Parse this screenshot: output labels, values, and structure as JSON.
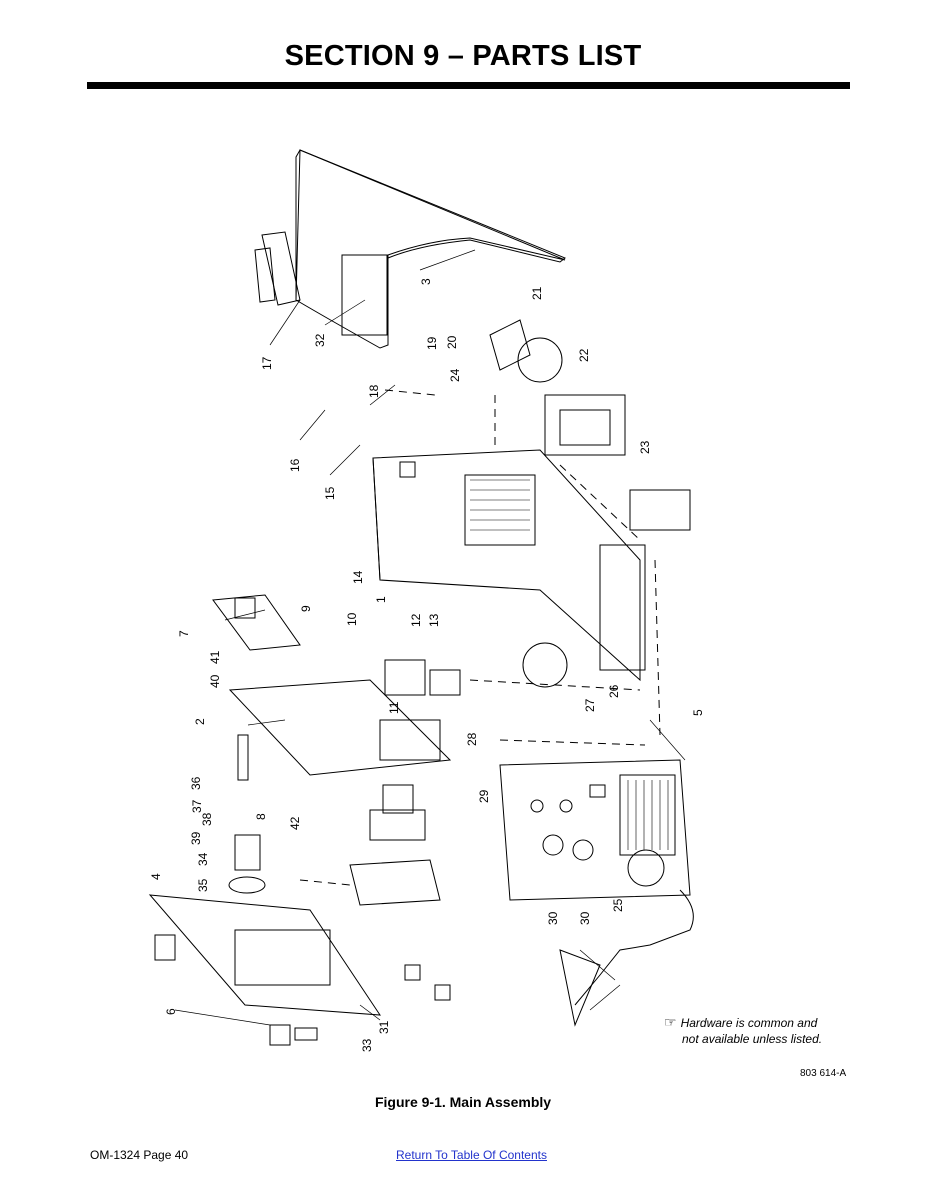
{
  "header": {
    "title": "SECTION 9 – PARTS LIST"
  },
  "figure": {
    "caption": "Figure 9-1. Main Assembly",
    "doc_number": "803 614-A",
    "hardware_note_line1": "Hardware is common and",
    "hardware_note_line2": "not available unless listed.",
    "callouts": [
      "1",
      "2",
      "3",
      "4",
      "5",
      "6",
      "7",
      "8",
      "9",
      "10",
      "11",
      "12",
      "13",
      "14",
      "15",
      "16",
      "17",
      "18",
      "19",
      "20",
      "21",
      "22",
      "23",
      "24",
      "25",
      "26",
      "27",
      "28",
      "29",
      "30",
      "30",
      "31",
      "32",
      "33",
      "34",
      "35",
      "36",
      "37",
      "38",
      "39",
      "40",
      "41",
      "42"
    ]
  },
  "footer": {
    "page_label": "OM-1324 Page 40",
    "toc_link": "Return To Table Of Contents"
  }
}
